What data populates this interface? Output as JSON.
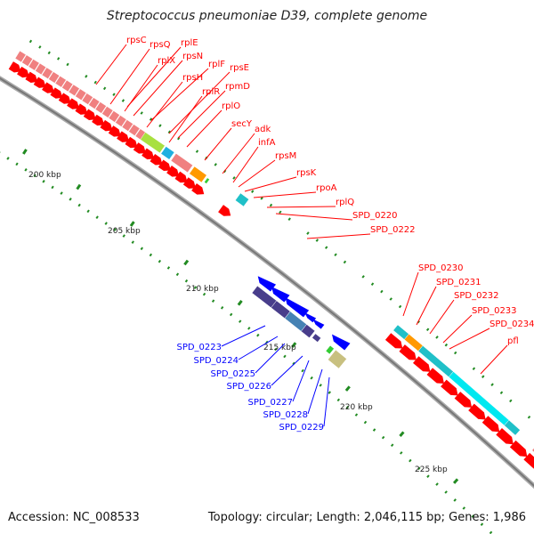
{
  "title": "Streptococcus pneumoniae D39, complete genome",
  "accession": "Accession: NC_008533",
  "summary": "Topology: circular; Length: 2,046,115 bp; Genes: 1,986",
  "ticks": [
    "200 kbp",
    "205 kbp",
    "210 kbp",
    "215 kbp",
    "220 kbp",
    "225 kbp"
  ],
  "red_labels": [
    "rpsC",
    "rpsQ",
    "rplE",
    "rplX",
    "rpsN",
    "rplF",
    "rpsE",
    "rpsH",
    "rplR",
    "rpmD",
    "rplO",
    "secY",
    "adk",
    "infA",
    "rpsM",
    "rpsK",
    "rpoA",
    "rplQ",
    "SPD_0220",
    "SPD_0222",
    "SPD_0230",
    "SPD_0231",
    "SPD_0232",
    "SPD_0233",
    "SPD_0234",
    "pfl"
  ],
  "blue_labels": [
    "SPD_0223",
    "SPD_0224",
    "SPD_0225",
    "SPD_0226",
    "SPD_0227",
    "SPD_0228",
    "SPD_0229"
  ],
  "colors": {
    "forward_label": "#ff0000",
    "reverse_label": "#0000ff",
    "backbone": "#888888",
    "tick": "#228b22"
  }
}
